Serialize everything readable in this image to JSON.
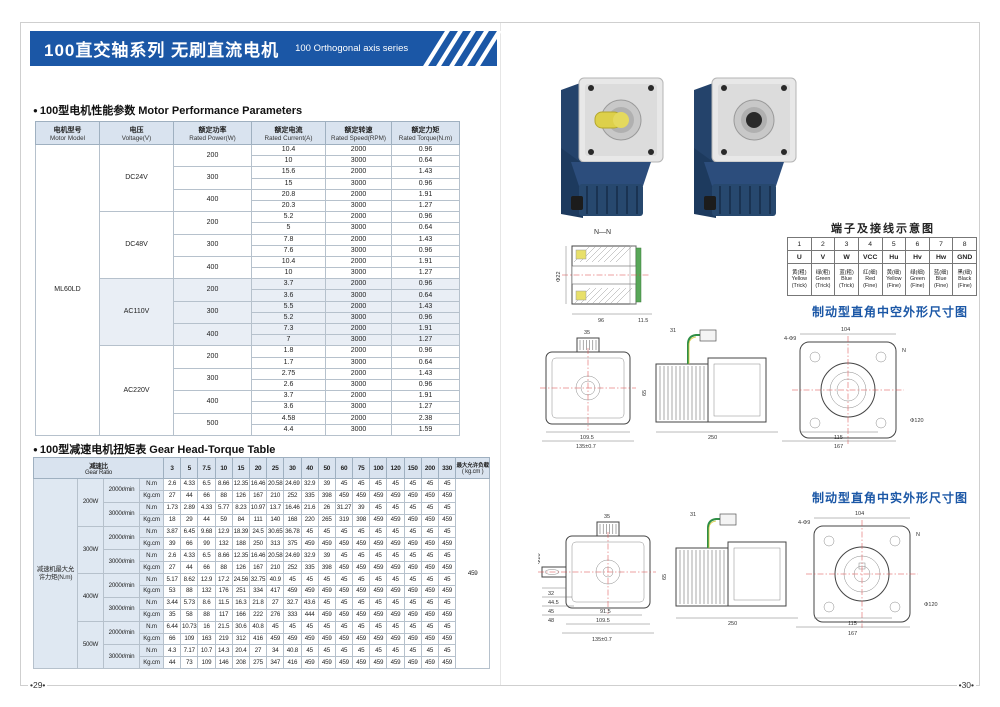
{
  "banner": {
    "title_zh": "100直交轴系列 无刷直流电机",
    "title_en": "100 Orthogonal axis series",
    "color": "#1b57a6"
  },
  "sections": {
    "perf": {
      "bullet": "●",
      "zh": "100型电机性能参数",
      "en": " Motor Performance Parameters"
    },
    "gear": {
      "bullet": "●",
      "zh": "100型减速电机扭矩表",
      "en": " Gear Head-Torque Table"
    }
  },
  "perf_table": {
    "headers": [
      {
        "zh": "电机型号",
        "en": "Motor Model"
      },
      {
        "zh": "电压",
        "en": "Voltage(V)"
      },
      {
        "zh": "额定功率",
        "en": "Rated Power(W)"
      },
      {
        "zh": "额定电流",
        "en": "Rated Current(A)"
      },
      {
        "zh": "额定转速",
        "en": "Rated Speed(RPM)"
      },
      {
        "zh": "额定力矩",
        "en": "Rated Torque(N.m)"
      }
    ],
    "model": "ML60LD",
    "groups": [
      {
        "voltage": "DC24V",
        "shaded": false,
        "powers": [
          {
            "power": "200",
            "rows": [
              [
                "10.4",
                "2000",
                "0.96"
              ],
              [
                "10",
                "3000",
                "0.64"
              ]
            ]
          },
          {
            "power": "300",
            "rows": [
              [
                "15.6",
                "2000",
                "1.43"
              ],
              [
                "15",
                "3000",
                "0.96"
              ]
            ]
          },
          {
            "power": "400",
            "rows": [
              [
                "20.8",
                "2000",
                "1.91"
              ],
              [
                "20.3",
                "3000",
                "1.27"
              ]
            ]
          }
        ]
      },
      {
        "voltage": "DC48V",
        "shaded": false,
        "powers": [
          {
            "power": "200",
            "rows": [
              [
                "5.2",
                "2000",
                "0.96"
              ],
              [
                "5",
                "3000",
                "0.64"
              ]
            ]
          },
          {
            "power": "300",
            "rows": [
              [
                "7.8",
                "2000",
                "1.43"
              ],
              [
                "7.6",
                "3000",
                "0.96"
              ]
            ]
          },
          {
            "power": "400",
            "rows": [
              [
                "10.4",
                "2000",
                "1.91"
              ],
              [
                "10",
                "3000",
                "1.27"
              ]
            ]
          }
        ]
      },
      {
        "voltage": "AC110V",
        "shaded": true,
        "powers": [
          {
            "power": "200",
            "rows": [
              [
                "3.7",
                "2000",
                "0.96"
              ],
              [
                "3.6",
                "3000",
                "0.64"
              ]
            ]
          },
          {
            "power": "300",
            "rows": [
              [
                "5.5",
                "2000",
                "1.43"
              ],
              [
                "5.2",
                "3000",
                "0.96"
              ]
            ]
          },
          {
            "power": "400",
            "rows": [
              [
                "7.3",
                "2000",
                "1.91"
              ],
              [
                "7",
                "3000",
                "1.27"
              ]
            ]
          }
        ]
      },
      {
        "voltage": "AC220V",
        "shaded": false,
        "powers": [
          {
            "power": "200",
            "rows": [
              [
                "1.8",
                "2000",
                "0.96"
              ],
              [
                "1.7",
                "3000",
                "0.64"
              ]
            ]
          },
          {
            "power": "300",
            "rows": [
              [
                "2.75",
                "2000",
                "1.43"
              ],
              [
                "2.6",
                "3000",
                "0.96"
              ]
            ]
          },
          {
            "power": "400",
            "rows": [
              [
                "3.7",
                "2000",
                "1.91"
              ],
              [
                "3.6",
                "3000",
                "1.27"
              ]
            ]
          },
          {
            "power": "500",
            "rows": [
              [
                "4.58",
                "2000",
                "2.38"
              ],
              [
                "4.4",
                "3000",
                "1.59"
              ]
            ]
          }
        ]
      }
    ]
  },
  "gear_table": {
    "corner_zh": "减速比",
    "corner_en": "Gear Ratio",
    "ratios": [
      "3",
      "5",
      "7.5",
      "10",
      "15",
      "20",
      "25",
      "30",
      "40",
      "50",
      "60",
      "75",
      "100",
      "120",
      "150",
      "200",
      "330"
    ],
    "max_load_zh": "最大允许负载",
    "max_load_en": "( kg.cm )",
    "side_label": "减速机最大允许力矩(N.m)",
    "max_load_value": "459",
    "unit_nm": "N.m",
    "unit_kgcm": "Kg.cm",
    "groups": [
      {
        "power": "200W",
        "speeds": [
          {
            "speed": "2000r/min",
            "nm": [
              "2.6",
              "4.33",
              "6.5",
              "8.66",
              "12.35",
              "16.46",
              "20.58",
              "24.69",
              "32.9",
              "39",
              "45",
              "45",
              "45",
              "45",
              "45",
              "45",
              "45"
            ],
            "kgcm": [
              "27",
              "44",
              "66",
              "88",
              "126",
              "167",
              "210",
              "252",
              "335",
              "398",
              "459",
              "459",
              "459",
              "459",
              "459",
              "459",
              "459"
            ]
          },
          {
            "speed": "3000r/min",
            "nm": [
              "1.73",
              "2.89",
              "4.33",
              "5.77",
              "8.23",
              "10.97",
              "13.7",
              "16.46",
              "21.6",
              "26",
              "31.27",
              "39",
              "45",
              "45",
              "45",
              "45",
              "45"
            ],
            "kgcm": [
              "18",
              "29",
              "44",
              "59",
              "84",
              "111",
              "140",
              "168",
              "220",
              "265",
              "319",
              "398",
              "459",
              "459",
              "459",
              "459",
              "459"
            ]
          }
        ]
      },
      {
        "power": "300W",
        "speeds": [
          {
            "speed": "2000r/min",
            "nm": [
              "3.87",
              "6.45",
              "9.68",
              "12.9",
              "18.39",
              "24.5",
              "30.65",
              "36.78",
              "45",
              "45",
              "45",
              "45",
              "45",
              "45",
              "45",
              "45",
              "45"
            ],
            "kgcm": [
              "39",
              "66",
              "99",
              "132",
              "188",
              "250",
              "313",
              "375",
              "459",
              "459",
              "459",
              "459",
              "459",
              "459",
              "459",
              "459",
              "459"
            ]
          },
          {
            "speed": "3000r/min",
            "nm": [
              "2.6",
              "4.33",
              "6.5",
              "8.66",
              "12.35",
              "16.46",
              "20.58",
              "24.69",
              "32.9",
              "39",
              "45",
              "45",
              "45",
              "45",
              "45",
              "45",
              "45"
            ],
            "kgcm": [
              "27",
              "44",
              "66",
              "88",
              "126",
              "167",
              "210",
              "252",
              "335",
              "398",
              "459",
              "459",
              "459",
              "459",
              "459",
              "459",
              "459"
            ]
          }
        ]
      },
      {
        "power": "400W",
        "speeds": [
          {
            "speed": "2000r/min",
            "nm": [
              "5.17",
              "8.62",
              "12.9",
              "17.2",
              "24.56",
              "32.75",
              "40.9",
              "45",
              "45",
              "45",
              "45",
              "45",
              "45",
              "45",
              "45",
              "45",
              "45"
            ],
            "kgcm": [
              "53",
              "88",
              "132",
              "176",
              "251",
              "334",
              "417",
              "459",
              "459",
              "459",
              "459",
              "459",
              "459",
              "459",
              "459",
              "459",
              "459"
            ]
          },
          {
            "speed": "3000r/min",
            "nm": [
              "3.44",
              "5.73",
              "8.6",
              "11.5",
              "16.3",
              "21.8",
              "27",
              "32.7",
              "43.6",
              "45",
              "45",
              "45",
              "45",
              "45",
              "45",
              "45",
              "45"
            ],
            "kgcm": [
              "35",
              "58",
              "88",
              "117",
              "166",
              "222",
              "276",
              "333",
              "444",
              "459",
              "459",
              "459",
              "459",
              "459",
              "459",
              "459",
              "459"
            ]
          }
        ]
      },
      {
        "power": "500W",
        "speeds": [
          {
            "speed": "2000r/min",
            "nm": [
              "6.44",
              "10.73",
              "16",
              "21.5",
              "30.6",
              "40.8",
              "45",
              "45",
              "45",
              "45",
              "45",
              "45",
              "45",
              "45",
              "45",
              "45",
              "45"
            ],
            "kgcm": [
              "66",
              "109",
              "163",
              "219",
              "312",
              "416",
              "459",
              "459",
              "459",
              "459",
              "459",
              "459",
              "459",
              "459",
              "459",
              "459",
              "459"
            ]
          },
          {
            "speed": "3000r/min",
            "nm": [
              "4.3",
              "7.17",
              "10.7",
              "14.3",
              "20.4",
              "27",
              "34",
              "40.8",
              "45",
              "45",
              "45",
              "45",
              "45",
              "45",
              "45",
              "45",
              "45"
            ],
            "kgcm": [
              "44",
              "73",
              "109",
              "146",
              "208",
              "275",
              "347",
              "416",
              "459",
              "459",
              "459",
              "459",
              "459",
              "459",
              "459",
              "459",
              "459"
            ]
          }
        ]
      }
    ]
  },
  "terminal": {
    "title": "端子及接线示意图",
    "numbers": [
      "1",
      "2",
      "3",
      "4",
      "5",
      "6",
      "7",
      "8"
    ],
    "signals": [
      "U",
      "V",
      "W",
      "VCC",
      "Hu",
      "Hv",
      "Hw",
      "GND"
    ],
    "wires": [
      {
        "zh": "黄(粗)",
        "en": "Yellow",
        "note": "(Trick)"
      },
      {
        "zh": "绿(粗)",
        "en": "Green",
        "note": "(Trick)"
      },
      {
        "zh": "蓝(粗)",
        "en": "Blue",
        "note": "(Trick)"
      },
      {
        "zh": "红(细)",
        "en": "Red",
        "note": "(Fine)"
      },
      {
        "zh": "黄(细)",
        "en": "Yellow",
        "note": "(Fine)"
      },
      {
        "zh": "绿(细)",
        "en": "Green",
        "note": "(Fine)"
      },
      {
        "zh": "蓝(细)",
        "en": "Blue",
        "note": "(Fine)"
      },
      {
        "zh": "黑(细)",
        "en": "Black",
        "note": "(Fine)"
      }
    ]
  },
  "drawings": {
    "nn": {
      "label": "N—N",
      "dim_left": "Φ22",
      "dim_bottom": "96",
      "dim_right": "11.5"
    },
    "hollow": {
      "title": "制动型直角中空外形尺寸图",
      "rear_top": "35",
      "rear_w": "109.5",
      "rear_base": "135±0.7",
      "side_top": "31",
      "side_h": "65",
      "side_len": "250",
      "flange_w": "104",
      "holes": "4-Φ9",
      "flange_d": "Φ120",
      "dim_115": "115",
      "dim_167": "167",
      "n_mark": "N"
    },
    "solid": {
      "title": "制动型直角中实外形尺寸图",
      "shaft_d": "Φ20",
      "s32": "32",
      "s445": "44.5",
      "s45": "45",
      "s48": "48",
      "s915": "91.5",
      "rear_top": "35",
      "rear_w": "109.5",
      "rear_base": "135±0.7",
      "side_top": "31",
      "side_h": "65",
      "side_len": "250",
      "flange_w": "104",
      "holes": "4-Φ9",
      "flange_d": "Φ120",
      "dim_115": "115",
      "dim_167": "167",
      "n_mark": "N"
    }
  },
  "footer": {
    "left": "•29•",
    "right": "•30•"
  }
}
